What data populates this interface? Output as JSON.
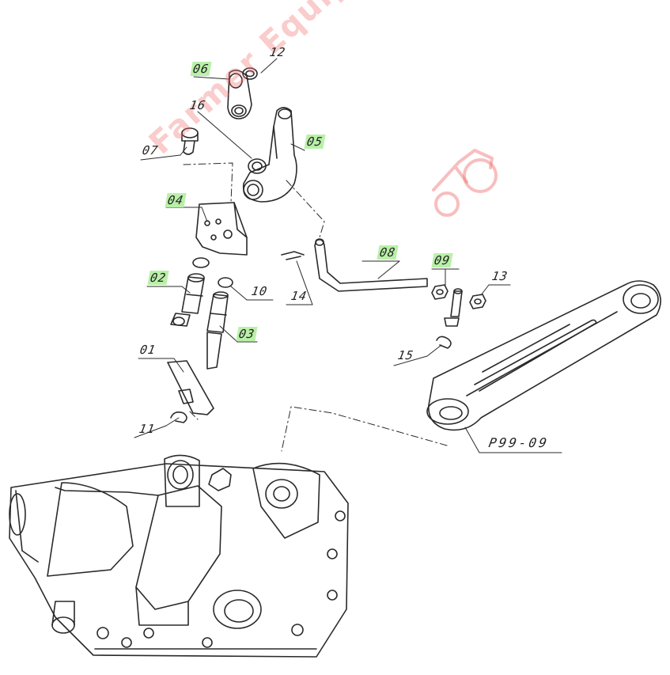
{
  "callouts": {
    "p12": "12",
    "p06": "06",
    "p16": "16",
    "p05": "05",
    "p07": "07",
    "p04": "04",
    "p08": "08",
    "p09": "09",
    "p13": "13",
    "p02": "02",
    "p10": "10",
    "p14": "14",
    "p03": "03",
    "p15": "15",
    "p01": "01",
    "p11": "11",
    "ref": "P99-09"
  },
  "watermark": "Farmer Equipment",
  "colors": {
    "highlight": "#b9f0a8",
    "line": "#2a2a2a",
    "watermark": "#f06e6e"
  }
}
